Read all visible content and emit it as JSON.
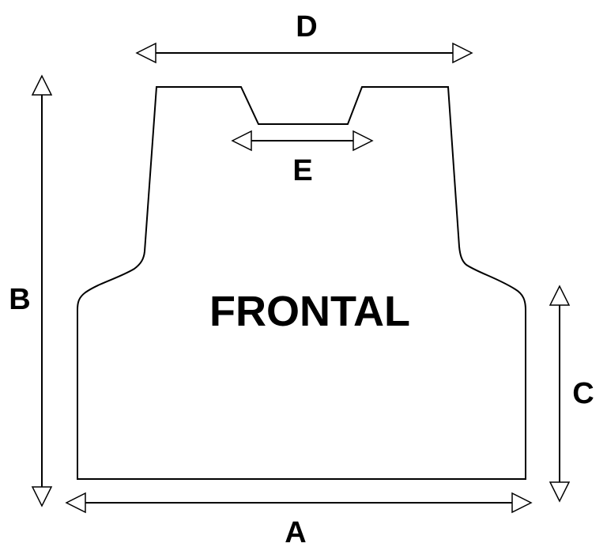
{
  "figure": {
    "title": "FRONTAL",
    "labels": {
      "a": "A",
      "b": "B",
      "c": "C",
      "d": "D",
      "e": "E"
    },
    "colors": {
      "line": "#000000",
      "background": "#ffffff",
      "arrow_fill": "#ffffff"
    }
  }
}
